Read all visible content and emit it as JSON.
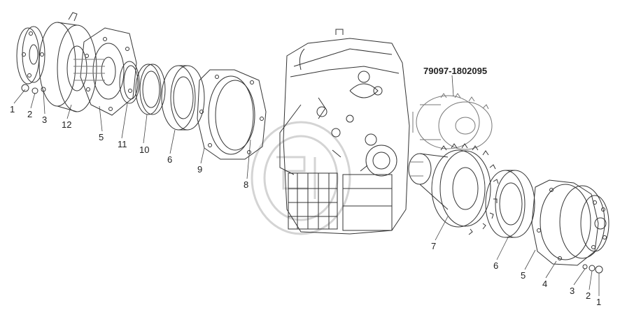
{
  "diagram": {
    "part_number": "79097-1802095",
    "left_assembly_callouts": [
      "1",
      "2",
      "3",
      "12",
      "5",
      "11",
      "10",
      "6",
      "9",
      "8"
    ],
    "right_assembly_callouts": [
      "7",
      "6",
      "5",
      "4",
      "3",
      "2",
      "1"
    ],
    "colors": {
      "line": "#333333",
      "hatch": "#888888",
      "watermark": "#cfcfcf",
      "background": "#ffffff"
    }
  }
}
